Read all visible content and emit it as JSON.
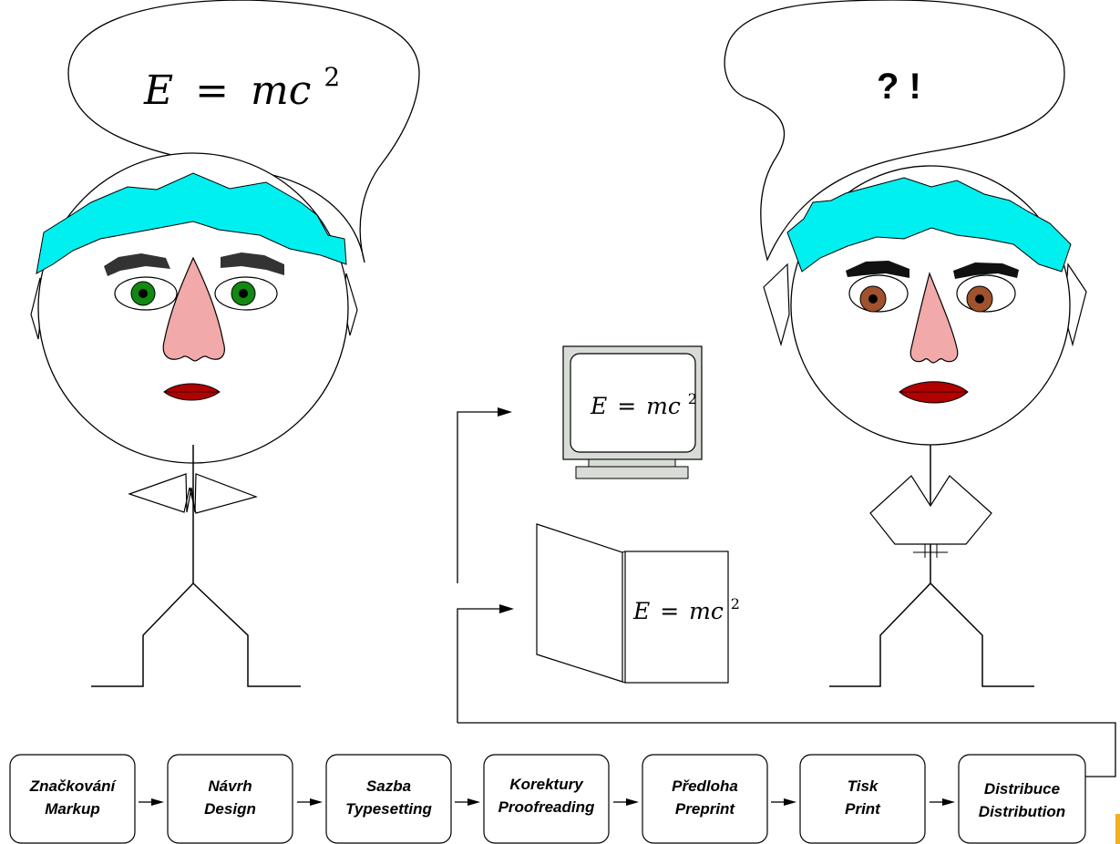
{
  "left_bubble": {
    "formula_lhs": "E",
    "formula_eq": "=",
    "formula_rhs": "mc",
    "formula_exp": "2"
  },
  "right_bubble": {
    "text": "? !"
  },
  "monitor": {
    "formula_lhs": "E",
    "formula_eq": "=",
    "formula_rhs": "mc",
    "formula_exp": "2"
  },
  "book": {
    "formula_lhs": "E",
    "formula_eq": "=",
    "formula_rhs": "mc",
    "formula_exp": "2"
  },
  "steps": [
    {
      "line1": "Značkování",
      "line2": "Markup"
    },
    {
      "line1": "Návrh",
      "line2": "Design"
    },
    {
      "line1": "Sazba",
      "line2": "Typesetting"
    },
    {
      "line1": "Korektury",
      "line2": "Proofreading"
    },
    {
      "line1": "Předloha",
      "line2": "Preprint"
    },
    {
      "line1": "Tisk",
      "line2": "Print"
    },
    {
      "line1": "Distribuce",
      "line2": "Distribution"
    }
  ],
  "colors": {
    "hair": "#00f0f0",
    "skin_nose": "#f2a9a9",
    "lips": "#b00000",
    "left_eyes": "#118811",
    "right_eyes": "#a0522d",
    "brows_left": "#333333",
    "brows_right": "#111111",
    "monitor_body": "#d8dcd6",
    "accent": "#f0b020"
  }
}
